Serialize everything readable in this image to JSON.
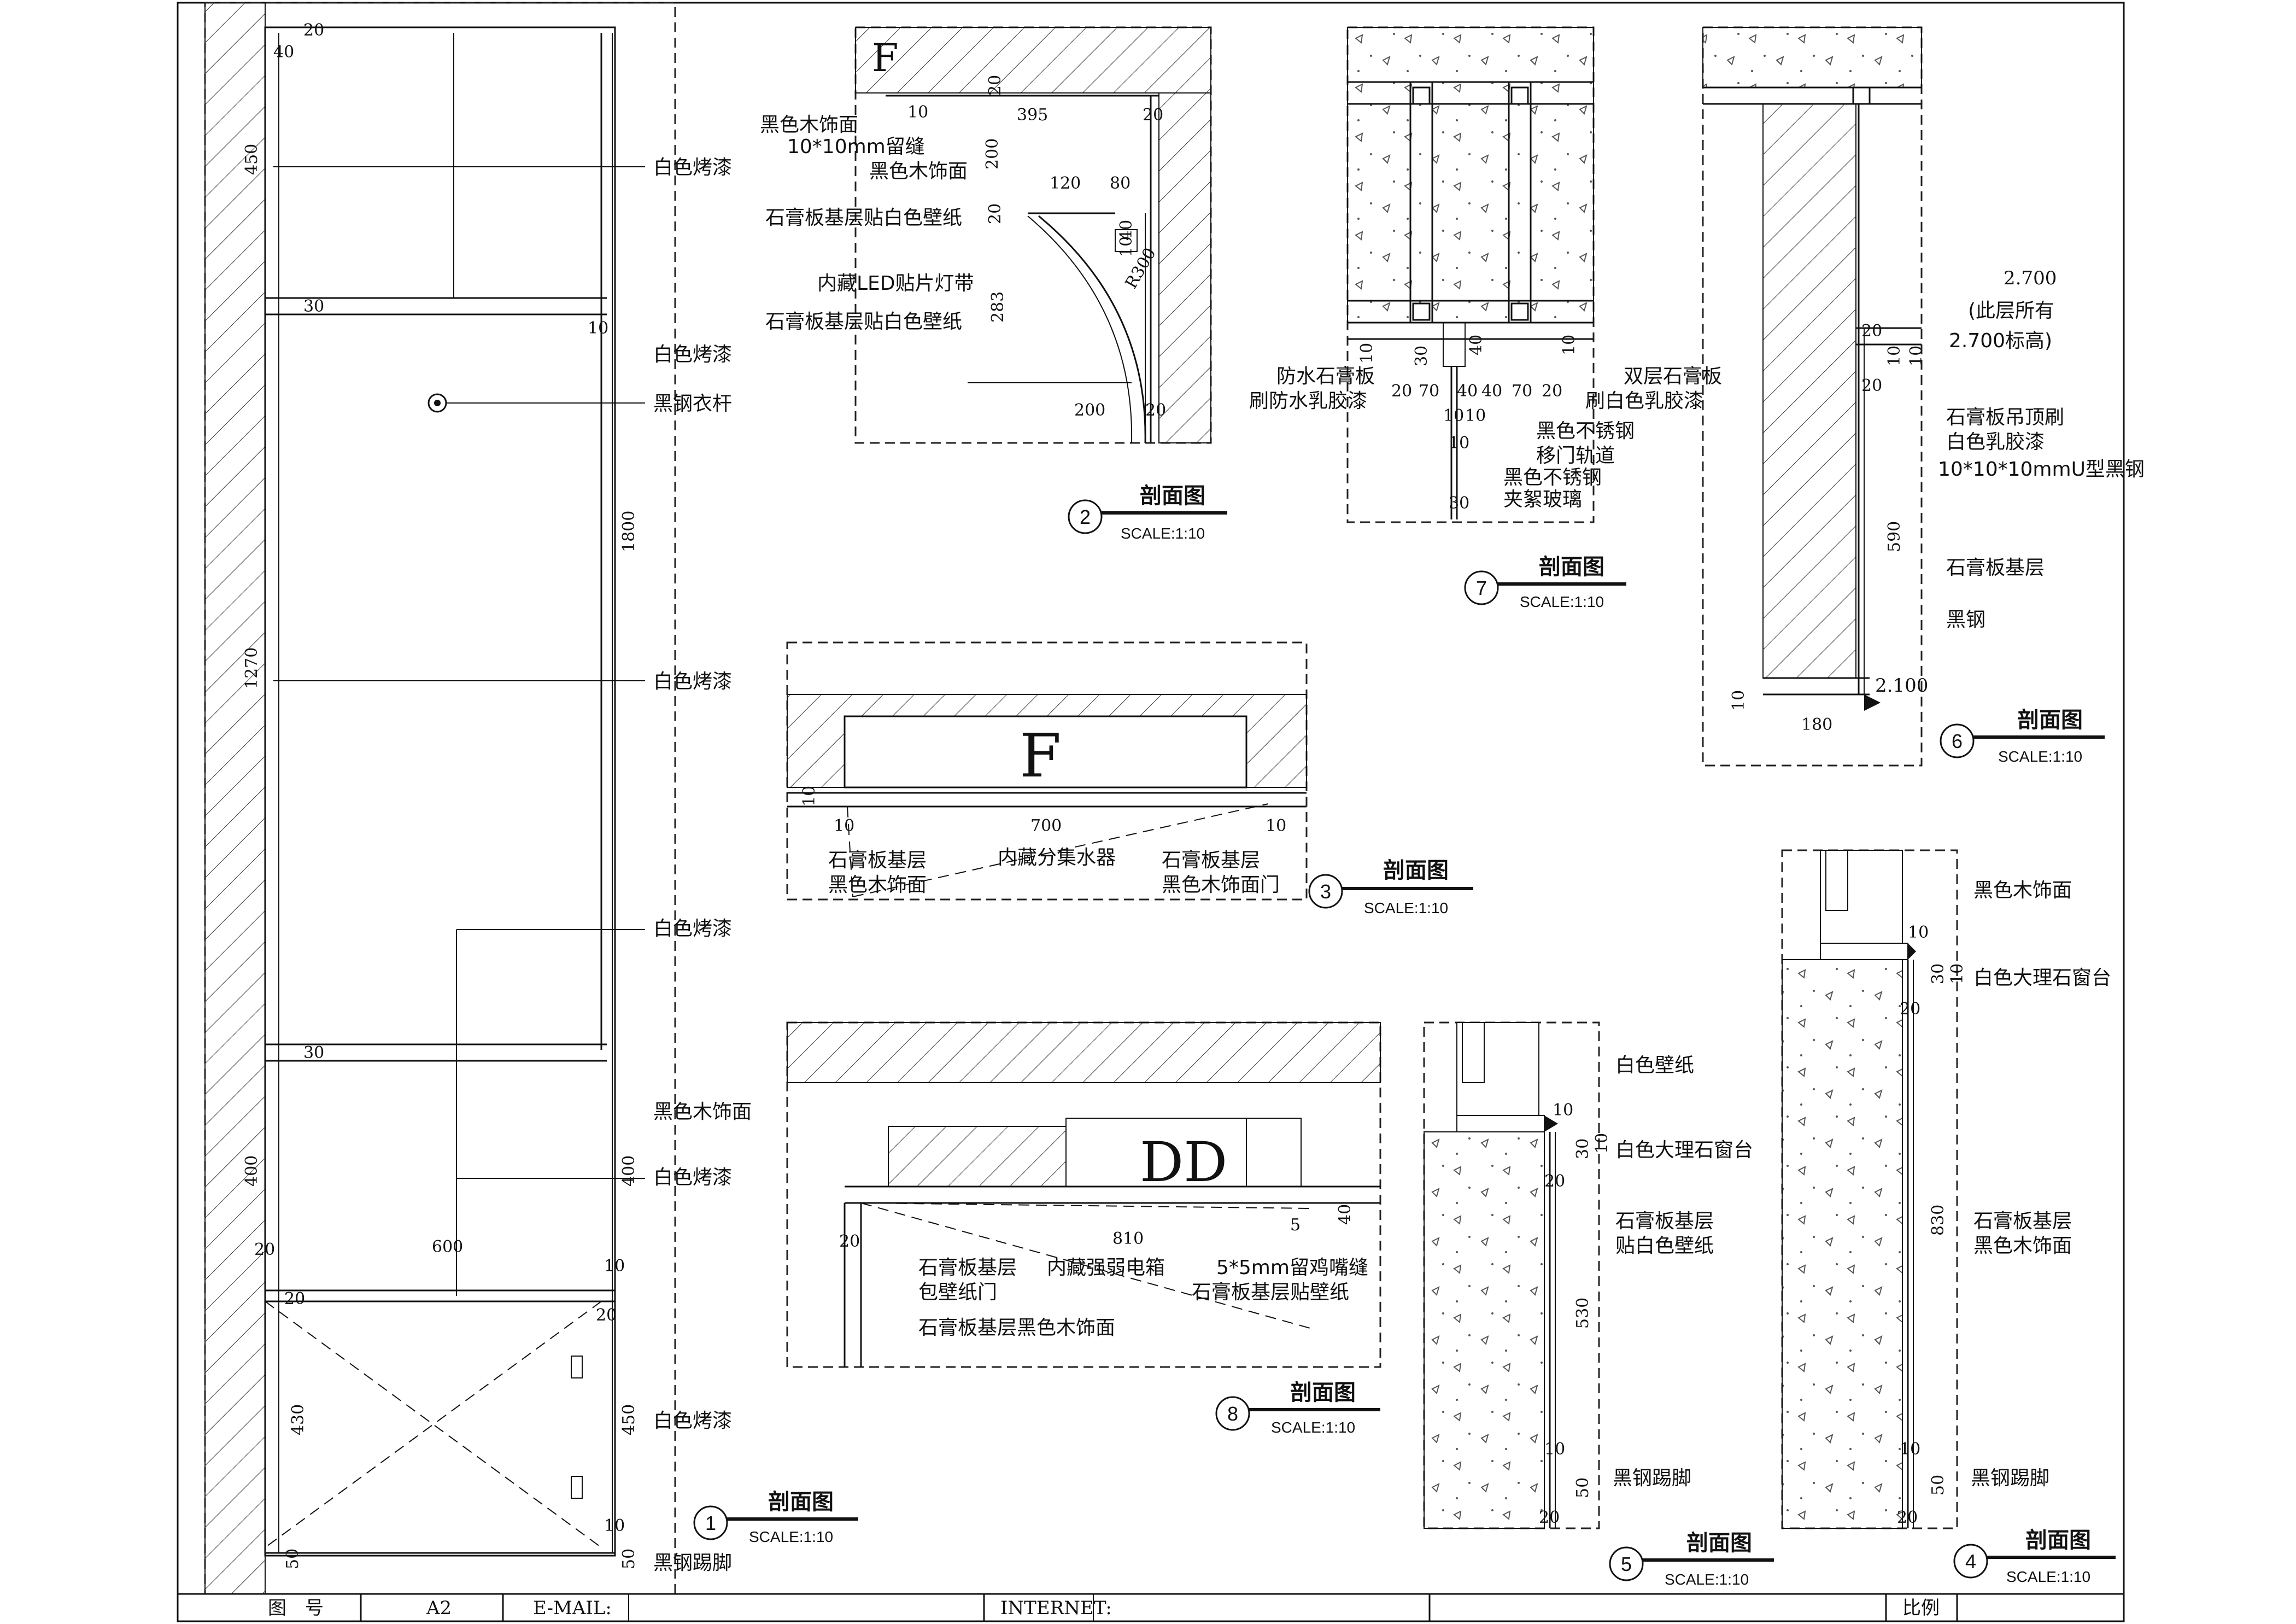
{
  "sheet_labels": {
    "paint_white": "白色烤漆",
    "hanger_rod": "黑钢衣杆",
    "black_wood": "黑色木饰面",
    "black_steel_kick": "黑钢踢脚",
    "gypsum_black_wood": "石膏板基层黑色木饰面"
  },
  "view1": {
    "dims": [
      "20",
      "40",
      "450",
      "30",
      "10",
      "1270",
      "1800",
      "30",
      "400",
      "400",
      "20",
      "600",
      "10",
      "20",
      "20",
      "430",
      "450",
      "10",
      "50",
      "50"
    ],
    "labels": [
      "白色烤漆",
      "白色烤漆",
      "黑钢衣杆",
      "白色烤漆",
      "白色烤漆",
      "黑色木饰面",
      "白色烤漆",
      "白色烤漆",
      "黑钢踢脚"
    ],
    "title": "剖面图",
    "number": "1",
    "scale": "SCALE:1:10"
  },
  "view2": {
    "letter": "F",
    "labels": [
      "黑色木饰面",
      "10*10mm留缝",
      "黑色木饰面",
      "石膏板基层贴白色壁纸",
      "内藏LED贴片灯带",
      "石膏板基层贴白色壁纸"
    ],
    "dims": [
      "10",
      "20",
      "395",
      "20",
      "200",
      "120",
      "80",
      "20",
      "40",
      "10",
      "R300",
      "283",
      "200",
      "20"
    ],
    "title": "剖面图",
    "number": "2",
    "scale": "SCALE:1:10"
  },
  "view3": {
    "letter": "F",
    "labels": [
      "石膏板基层",
      "黑色木饰面",
      "内藏分集水器",
      "石膏板基层",
      "黑色木饰面门"
    ],
    "dims": [
      "10",
      "10",
      "700",
      "10"
    ],
    "title": "剖面图",
    "number": "3",
    "scale": "SCALE:1:10"
  },
  "view4": {
    "labels": [
      "黑色木饰面",
      "白色大理石窗台",
      "石膏板基层",
      "黑色木饰面",
      "黑钢踢脚"
    ],
    "dims": [
      "10",
      "30",
      "10",
      "20",
      "830",
      "10",
      "50",
      "20"
    ],
    "title": "剖面图",
    "number": "4",
    "scale": "SCALE:1:10"
  },
  "view5": {
    "labels": [
      "白色壁纸",
      "白色大理石窗台",
      "石膏板基层",
      "贴白色壁纸",
      "黑钢踢脚"
    ],
    "dims": [
      "10",
      "30",
      "10",
      "20",
      "530",
      "10",
      "50",
      "20"
    ],
    "title": "剖面图",
    "number": "5",
    "scale": "SCALE:1:10"
  },
  "view6": {
    "level_top": "2.700",
    "level_note1": "(此层所有",
    "level_note2": "2.700标高)",
    "level_bottom": "2.100",
    "labels": [
      "石膏板吊顶刷",
      "白色乳胶漆",
      "10*10*10mmU型黑钢",
      "石膏板基层",
      "黑钢"
    ],
    "dims": [
      "20",
      "10",
      "10",
      "20",
      "590",
      "10",
      "180"
    ],
    "title": "剖面图",
    "number": "6",
    "scale": "SCALE:1:10"
  },
  "view7": {
    "labels_left": [
      "防水石膏板",
      "刷防水乳胶漆"
    ],
    "labels_right": [
      "双层石膏板",
      "刷白色乳胶漆"
    ],
    "labels_mid": [
      "黑色不锈钢",
      "移门轨道",
      "黑色不锈钢",
      "夹絮玻璃"
    ],
    "dims": [
      "10",
      "30",
      "20",
      "70",
      "40",
      "40",
      "40",
      "70",
      "20",
      "10",
      "10",
      "10",
      "10",
      "30"
    ],
    "title": "剖面图",
    "number": "7",
    "scale": "SCALE:1:10"
  },
  "view8": {
    "letter": "DD",
    "labels": [
      "石膏板基层",
      "包壁纸门",
      "内藏强弱电箱",
      "5*5mm留鸡嘴缝",
      "石膏板基层贴壁纸",
      "石膏板基层黑色木饰面"
    ],
    "dims": [
      "810",
      "5",
      "40",
      "20"
    ],
    "title": "剖面图",
    "number": "8",
    "scale": "SCALE:1:10"
  },
  "title_block": {
    "drawing_no_label": "图　号",
    "drawing_no": "A2",
    "email_label": "E-MAIL:",
    "internet_label": "INTERNET:",
    "scale_label": "比例"
  }
}
